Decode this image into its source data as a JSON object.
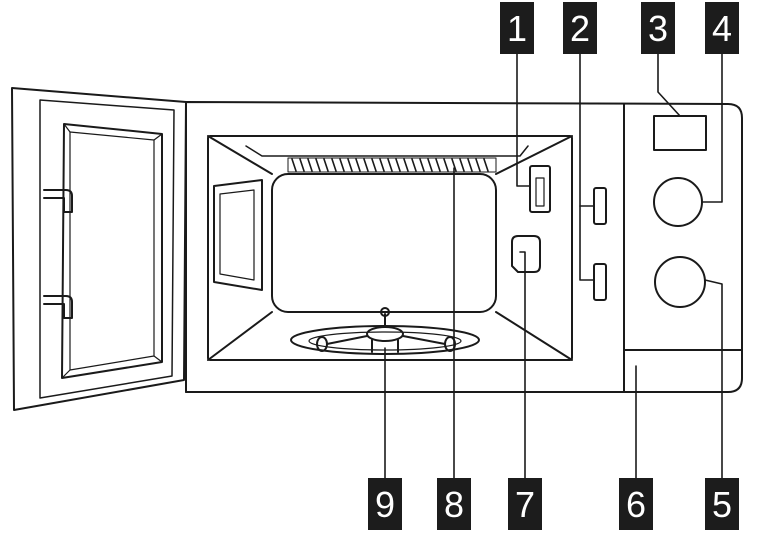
{
  "callouts": [
    {
      "number": "1",
      "part": "door-safety-lock-system"
    },
    {
      "number": "2",
      "part": "door-lock-openings"
    },
    {
      "number": "3",
      "part": "control-panel-display"
    },
    {
      "number": "4",
      "part": "upper-control-knob"
    },
    {
      "number": "5",
      "part": "lower-control-knob"
    },
    {
      "number": "6",
      "part": "door-release-area"
    },
    {
      "number": "7",
      "part": "turntable-shaft-cover"
    },
    {
      "number": "8",
      "part": "cavity-vent-grille"
    },
    {
      "number": "9",
      "part": "turntable-ring-assembly"
    }
  ],
  "colors": {
    "line": "#1a1a1a",
    "callout_box": "#1c1c1c",
    "callout_text": "#ffffff",
    "background": "#ffffff"
  }
}
